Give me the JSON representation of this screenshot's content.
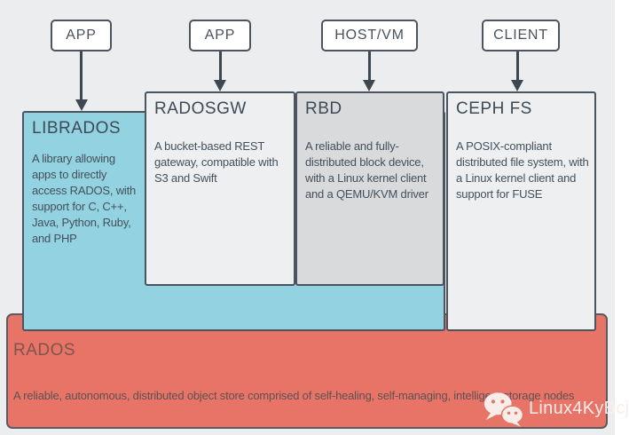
{
  "top_nodes": [
    {
      "label": "APP"
    },
    {
      "label": "APP"
    },
    {
      "label": "HOST/VM"
    },
    {
      "label": "CLIENT"
    }
  ],
  "components": {
    "librados": {
      "title": "LIBRADOS",
      "description": "A library allowing apps to directly access RADOS, with support for C, C++, Java, Python, Ruby, and PHP"
    },
    "radosgw": {
      "title": "RADOSGW",
      "description": "A bucket-based REST gateway, compatible with S3 and Swift"
    },
    "rbd": {
      "title": "RBD",
      "description": "A reliable and fully-distributed block device, with a Linux kernel client and a QEMU/KVM driver"
    },
    "cephfs": {
      "title": "CEPH FS",
      "description": "A POSIX-compliant distributed file system, with a Linux kernel client and support for FUSE"
    },
    "rados": {
      "title": "RADOS",
      "description": "A reliable, autonomous, distributed object store comprised of self-healing, self-managing, intelligent storage nodes"
    }
  },
  "watermark": {
    "text": "Linux4KyBcj",
    "icon": "wechat-icon"
  },
  "colors": {
    "background": "#ECEDEE",
    "librados_fill": "#93D2E0",
    "gateway_fill": "#EDEFF1",
    "rbd_fill": "#D8DADC",
    "rados_fill": "#E87467",
    "box_border": "#4B545F",
    "arrow": "#3C4751",
    "title_text": "#3E4A55",
    "body_text": "#44505B",
    "watermark_text": "#FAEEEB"
  }
}
